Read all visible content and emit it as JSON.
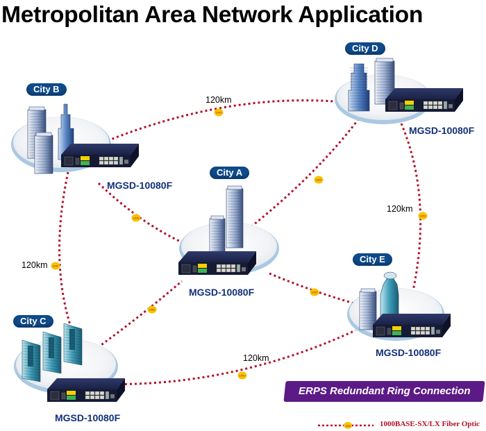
{
  "title": "Metropolitan Area Network Application",
  "colors": {
    "link": "#b3112a",
    "badge": "#f5c400",
    "city_label_bg": "#0f4a8a",
    "model_text": "#12307a",
    "erps_bg": "#5b1a86",
    "switch_body": "#1d2447"
  },
  "nodes": [
    {
      "id": "city-b",
      "city": "City B",
      "model": "MGSD-10080F",
      "building_style": "twin-towers-spire"
    },
    {
      "id": "city-d",
      "city": "City D",
      "model": "MGSD-10080F",
      "building_style": "tiered-skyscrapers"
    },
    {
      "id": "city-a",
      "city": "City A",
      "model": "MGSD-10080F",
      "building_style": "twin-slabs"
    },
    {
      "id": "city-e",
      "city": "City E",
      "model": "MGSD-10080F",
      "building_style": "round-tower"
    },
    {
      "id": "city-c",
      "city": "City C",
      "model": "MGSD-10080F",
      "building_style": "three-blocks"
    }
  ],
  "links": [
    {
      "from": "City B",
      "to": "City D",
      "distance": "120km",
      "badge": "1000"
    },
    {
      "from": "City D",
      "to": "City E",
      "distance": "120km",
      "badge": "1000"
    },
    {
      "from": "City B",
      "to": "City C",
      "distance": "120km",
      "badge": "1000"
    },
    {
      "from": "City C",
      "to": "City E",
      "distance": "120km",
      "badge": "1000"
    },
    {
      "from": "City B",
      "to": "City A",
      "distance": "",
      "badge": "1000"
    },
    {
      "from": "City D",
      "to": "City A",
      "distance": "",
      "badge": "1000"
    },
    {
      "from": "City C",
      "to": "City A",
      "distance": "",
      "badge": "1000"
    },
    {
      "from": "City A",
      "to": "City E",
      "distance": "",
      "badge": "1000"
    }
  ],
  "ring_label": "ERPS Redundant Ring Connection",
  "legend": {
    "badge": "1000",
    "text": "1000BASE-SX/LX Fiber Optic"
  }
}
